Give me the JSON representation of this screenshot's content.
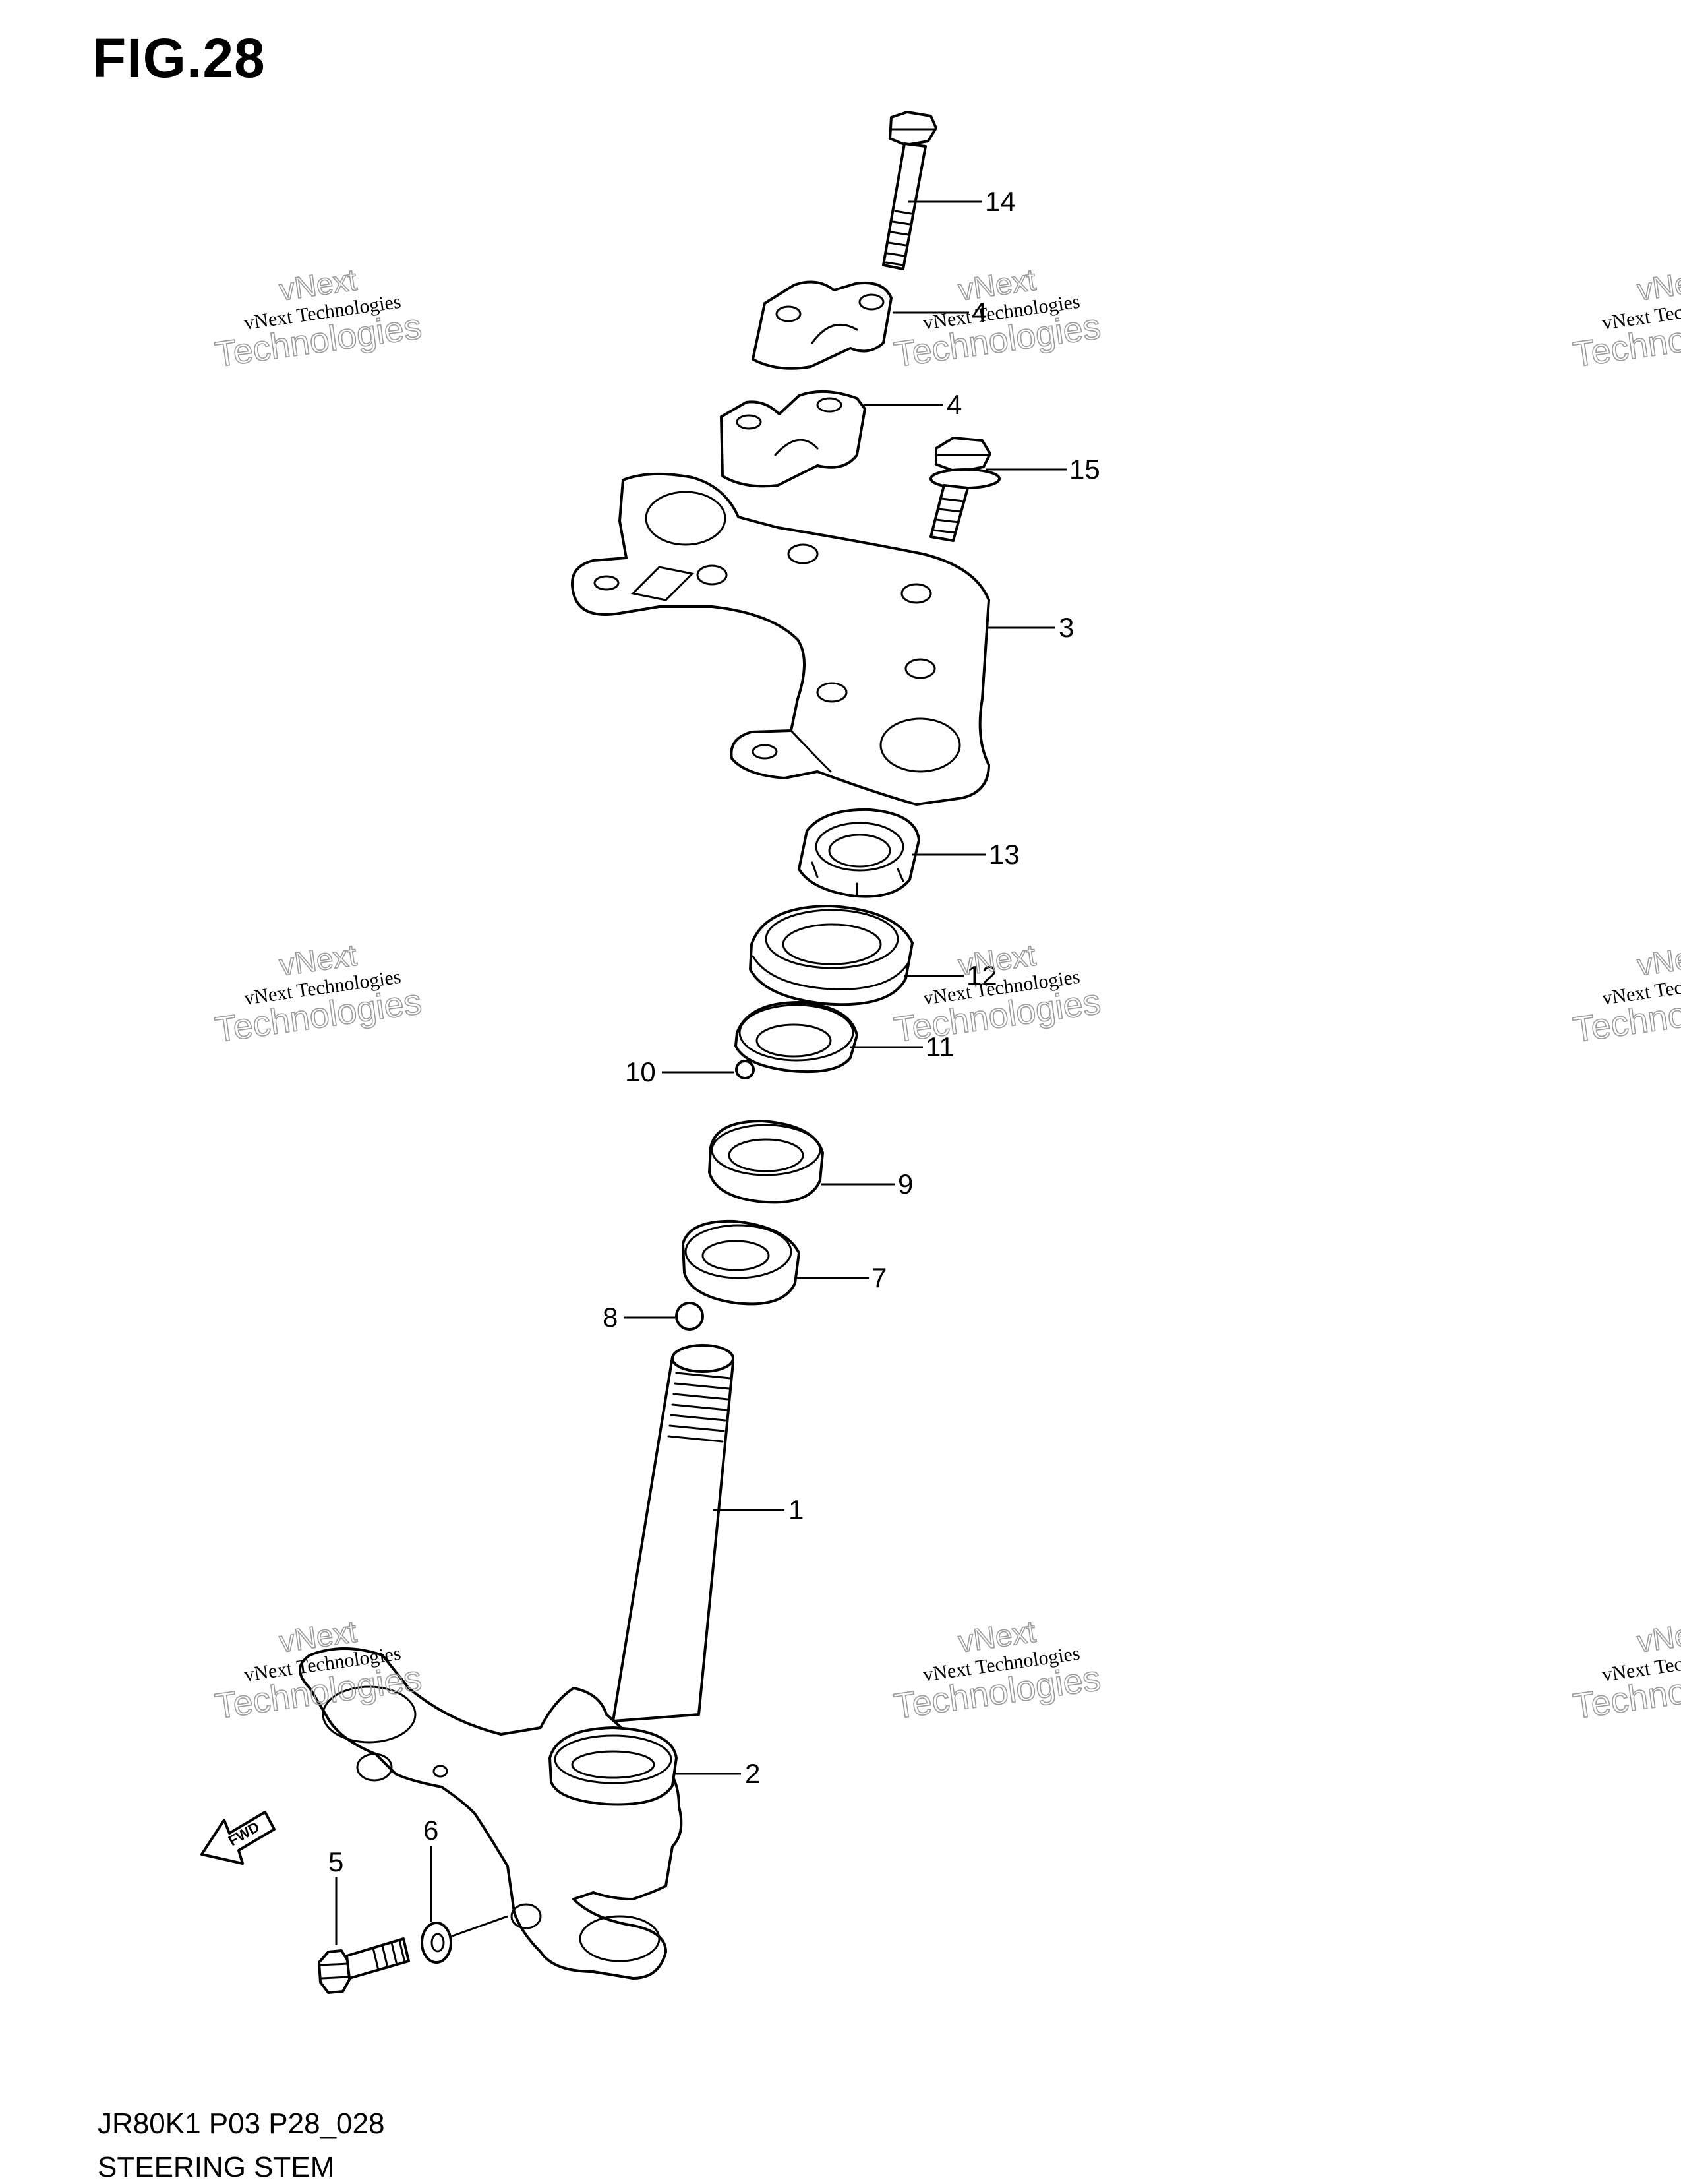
{
  "figure_title": "FIG.28",
  "footer": {
    "code": "JR80K1 P03 P28_028",
    "name": "STEERING STEM"
  },
  "fwd_label": "FWD",
  "callouts": [
    "14",
    "4",
    "4",
    "15",
    "3",
    "13",
    "12",
    "11",
    "10",
    "9",
    "7",
    "8",
    "1",
    "2",
    "5",
    "6"
  ],
  "watermark": {
    "line1": "vNext Technologies",
    "line2": "Technologies",
    "line3": "vNext"
  }
}
